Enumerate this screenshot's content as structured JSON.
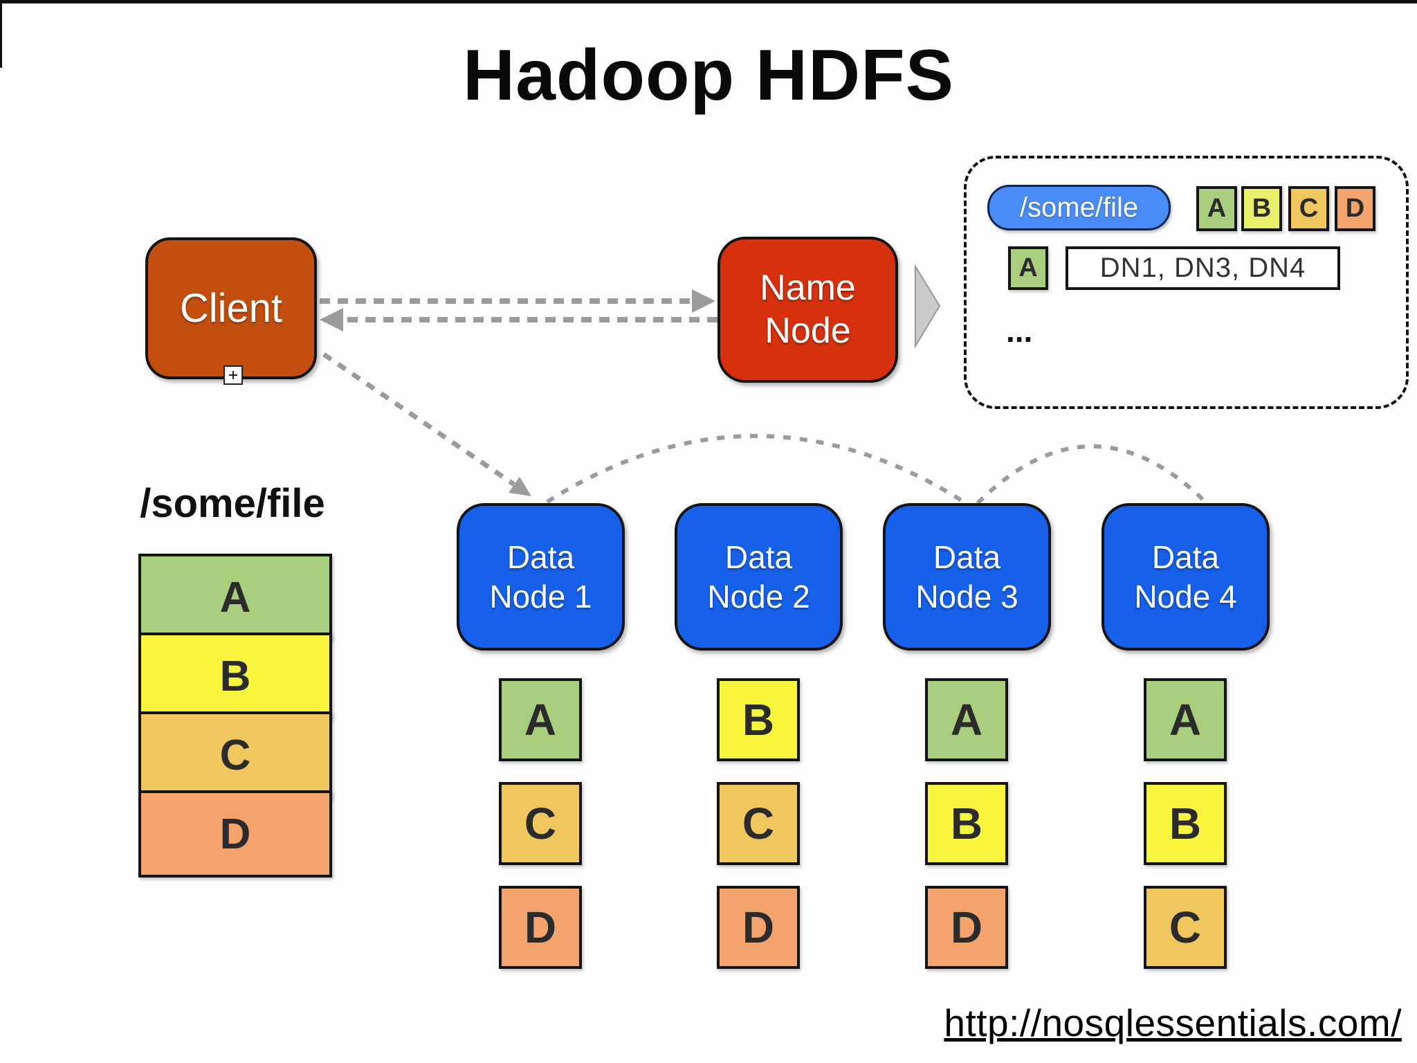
{
  "title": "Hadoop HDFS",
  "colors": {
    "client": "#C24E10",
    "name_node": "#D5310E",
    "data_node": "#1660EA",
    "pill": "#4A8CF7",
    "block_a": "#A9CE7D",
    "block_b": "#F7F53D",
    "block_b_small": "#E9EF6B",
    "block_c": "#EFC75E",
    "block_d": "#F2A46C",
    "arrow": "#9B9B9B"
  },
  "client": {
    "label": "Client"
  },
  "name_node": {
    "line1": "Name",
    "line2": "Node"
  },
  "metadata_panel": {
    "file_pill": "/some/file",
    "blocks": [
      "A",
      "B",
      "C",
      "D"
    ],
    "mapping": {
      "block": "A",
      "locations": "DN1, DN3, DN4"
    },
    "ellipsis": "..."
  },
  "file": {
    "label": "/some/file",
    "blocks": [
      "A",
      "B",
      "C",
      "D"
    ]
  },
  "data_nodes": [
    {
      "line1": "Data",
      "line2": "Node 1",
      "blocks": [
        "A",
        "C",
        "D"
      ]
    },
    {
      "line1": "Data",
      "line2": "Node 2",
      "blocks": [
        "B",
        "C",
        "D"
      ]
    },
    {
      "line1": "Data",
      "line2": "Node 3",
      "blocks": [
        "A",
        "B",
        "D"
      ]
    },
    {
      "line1": "Data",
      "line2": "Node 4",
      "blocks": [
        "A",
        "B",
        "C"
      ]
    }
  ],
  "footer": {
    "url": "http://nosqlessentials.com/"
  }
}
